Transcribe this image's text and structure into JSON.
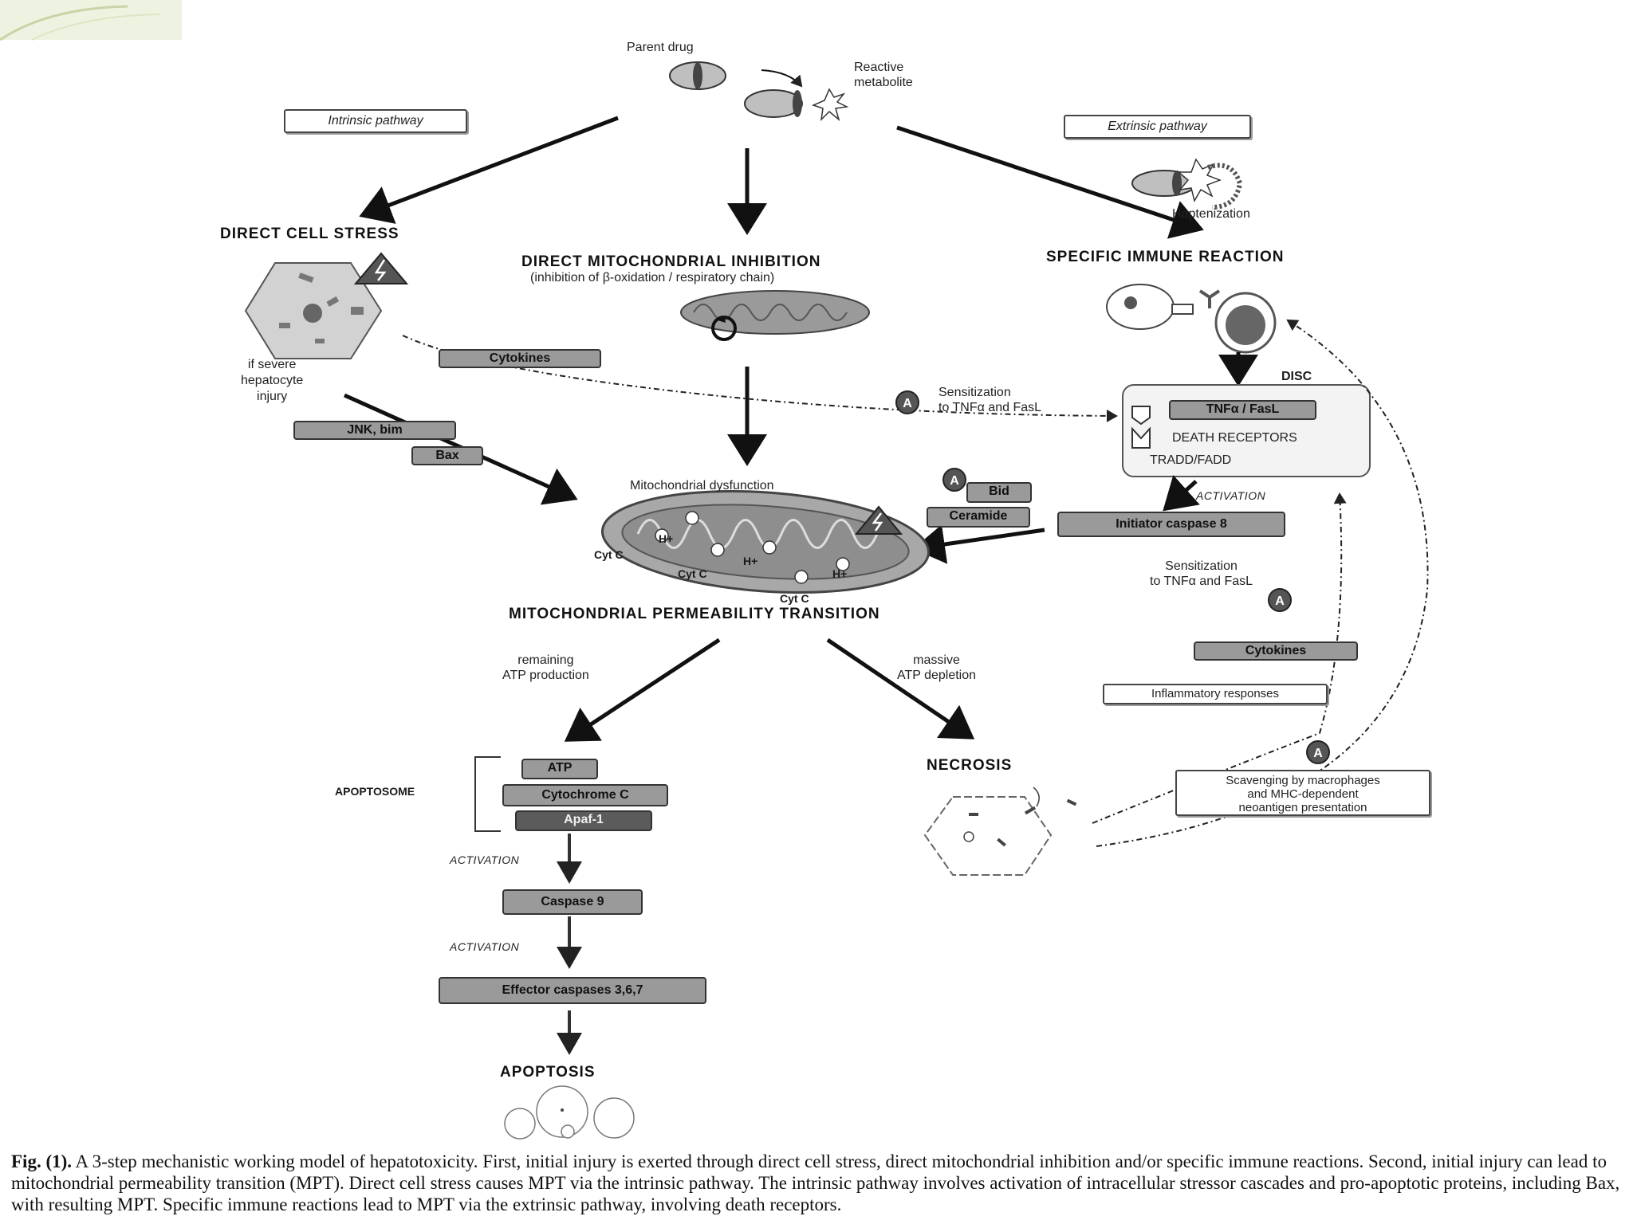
{
  "diagram": {
    "top": {
      "parent_drug": "Parent drug",
      "reactive_metabolite": "Reactive\nmetabolite"
    },
    "pathways": {
      "intrinsic": "Intrinsic pathway",
      "extrinsic": "Extrinsic pathway"
    },
    "haptenization": "Haptenization",
    "titles": {
      "direct_cell_stress": "DIRECT CELL STRESS",
      "direct_mito_inhibition": "DIRECT MITOCHONDRIAL INHIBITION",
      "direct_mito_sub": "(inhibition of  β-oxidation / respiratory chain)",
      "specific_immune": "SPECIFIC IMMUNE REACTION",
      "mpt": "MITOCHONDRIAL PERMEABILITY TRANSITION",
      "necrosis": "NECROSIS",
      "apoptosis": "APOPTOSIS"
    },
    "cell_stress": {
      "severe_injury": "if severe\nhepatocyte\ninjury",
      "cytokines": "Cytokines",
      "jnk": "JNK, bim",
      "bax": "Bax"
    },
    "sensitization_top": "Sensitization\nto TNFα and FasL",
    "disc": {
      "label": "DISC",
      "tnf": "TNFα / FasL",
      "death_receptors": "DEATH RECEPTORS",
      "tradd": "TRADD/FADD"
    },
    "activation": "ACTIVATION",
    "initiator_caspase": "Initiator caspase 8",
    "bid": "Bid",
    "ceramide": "Ceramide",
    "badge": "A",
    "mito_dysfunction": "Mitochondrial dysfunction",
    "mito_labels": {
      "cytc": "Cyt C",
      "h": "H+"
    },
    "sensitization_right": "Sensitization\nto TNFα and FasL",
    "cytokines_right": "Cytokines",
    "inflammatory": "Inflammatory responses",
    "scavenging": "Scavenging by macrophages\nand MHC-dependent\nneoantigen presentation",
    "remaining_atp": "remaining\nATP production",
    "massive_atp": "massive\nATP depletion",
    "apoptosome": {
      "label": "APOPTOSOME",
      "atp": "ATP",
      "cytochrome": "Cytochrome  C",
      "apaf": "Apaf-1"
    },
    "caspase9": "Caspase 9",
    "effector_caspases": "Effector caspases 3,6,7"
  },
  "caption": {
    "fig": "Fig. (1).",
    "text": " A 3-step mechanistic working model of hepatotoxicity. First, initial injury is exerted through direct cell stress, direct mitochondrial inhibition and/or specific immune reactions. Second, initial injury can lead to mitochondrial permeability transition (MPT). Direct cell stress causes MPT via the intrinsic pathway. The intrinsic pathway involves activation of intracellular stressor cascades and pro-apoptotic proteins, including Bax, with resulting MPT. Specific immune reactions lead to MPT via the extrinsic pathway, involving death receptors."
  }
}
